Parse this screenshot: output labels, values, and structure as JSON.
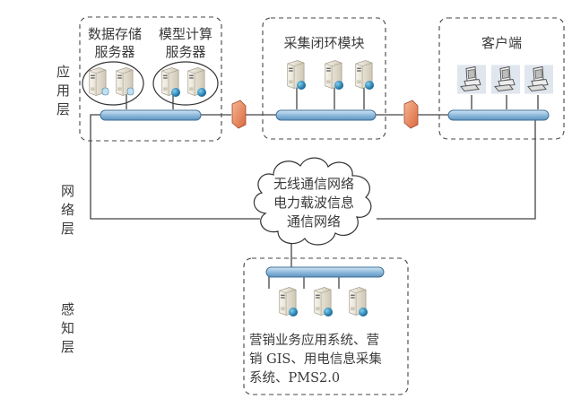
{
  "layers": {
    "application": [
      "应",
      "用",
      "层"
    ],
    "network": [
      "网",
      "络",
      "层"
    ],
    "perception": [
      "感",
      "知",
      "层"
    ]
  },
  "application_layer": {
    "data_storage": {
      "line1": "数据存储",
      "line2": "服务器"
    },
    "model_compute": {
      "line1": "模型计算",
      "line2": "服务器"
    },
    "collection_module": {
      "title": "采集闭环模块"
    },
    "client": {
      "title": "客户端"
    }
  },
  "network_layer": {
    "cloud": {
      "line1": "无线通信网络",
      "line2": "电力载波信息",
      "line3": "通信网络"
    }
  },
  "perception_layer": {
    "systems": {
      "line1": "营销业务应用系统、营",
      "line2": "销 GIS、用电信息采集",
      "line3": "系统、PMS2.0"
    }
  },
  "colors": {
    "bus_fill": "#9ec4e0",
    "bus_stroke": "#3d6f99",
    "firewall": "#e8946a",
    "server_body": "#e9e4d6",
    "globe": "#1f7fb4",
    "db": "#bfe0f2",
    "line": "#444444"
  }
}
